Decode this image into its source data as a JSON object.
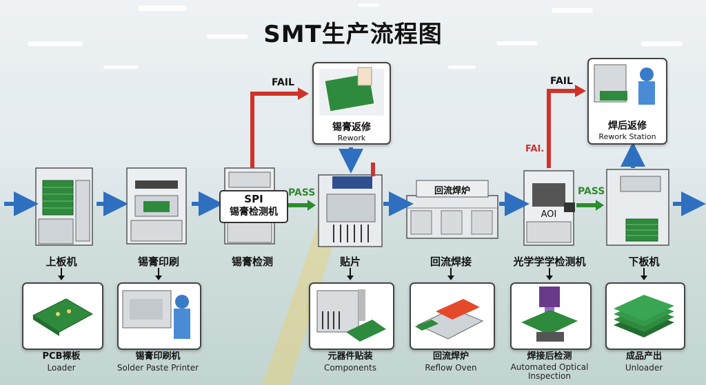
{
  "title": "SMT生产流程图",
  "colors": {
    "flow_arrow": "#2f6fc0",
    "fail_arrow": "#d0322a",
    "pass_arrow": "#2e8b2e",
    "pcb_green": "#2e8a3c"
  },
  "stages": [
    {
      "label": "上板机",
      "card_cn": "PCB裸板",
      "card_en": "Loader"
    },
    {
      "label": "锡膏印刷",
      "card_cn": "锡膏印刷机",
      "card_en": "Solder Paste Printer"
    },
    {
      "label": "锡膏检测",
      "machine_en": "SPI",
      "machine_cn": "锡膏检测机"
    },
    {
      "label": "贴片",
      "card_cn": "元器件贴装",
      "card_en": "Components"
    },
    {
      "label": "回流焊接",
      "machine_cn": "回流焊炉",
      "card_cn": "回流焊炉",
      "card_en": "Reflow Oven"
    },
    {
      "label": "光学学学检测机",
      "machine_en": "AOI",
      "card_cn": "焊接后检测",
      "card_en": "Automated Optical Inspection"
    },
    {
      "label": "下板机",
      "card_cn": "成品产出",
      "card_en": "Unloader"
    }
  ],
  "rework": {
    "cn": "锡膏返修",
    "en": "Rework"
  },
  "rework_station": {
    "cn": "焊后返修",
    "en": "Rework Station"
  },
  "flags": {
    "fail_1": "FAIL",
    "pass_1": "PASS",
    "fail_2": "FAIL",
    "fail_3": "FAI.",
    "pass_2": "PASS"
  }
}
